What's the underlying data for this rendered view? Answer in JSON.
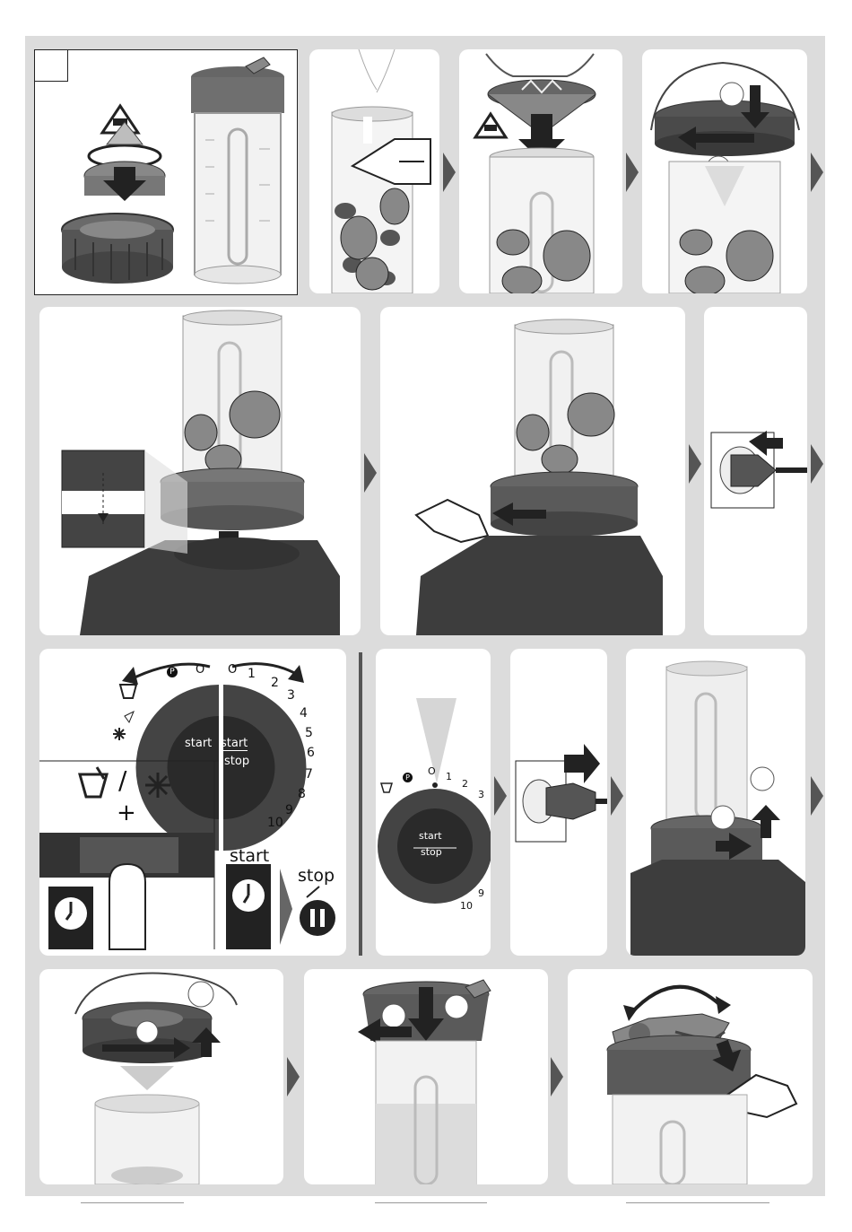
{
  "dial": {
    "start": "start",
    "stop": "stop",
    "p": "P",
    "zero": "O",
    "numbers": [
      "1",
      "2",
      "3",
      "4",
      "5",
      "6",
      "7",
      "8",
      "9",
      "10"
    ]
  },
  "mode_panel": {
    "start_label": "start",
    "stop_label": "stop",
    "plus": "+",
    "slash": "/"
  },
  "small_dial": {
    "start": "start",
    "stop": "stop",
    "numbers": [
      "1",
      "2",
      "3",
      "9",
      "10"
    ],
    "p": "P",
    "zero": "O"
  },
  "icons": {
    "safety": "hand-blade-warning-icon",
    "plug": "plug-icon",
    "timer": "timer-icon",
    "pause": "pause-icon",
    "snowflake": "snowflake-icon",
    "cup": "cup-icon"
  },
  "colors": {
    "background": "#dcdcdc",
    "dark": "#3a3a3a",
    "arrow": "#222222"
  }
}
